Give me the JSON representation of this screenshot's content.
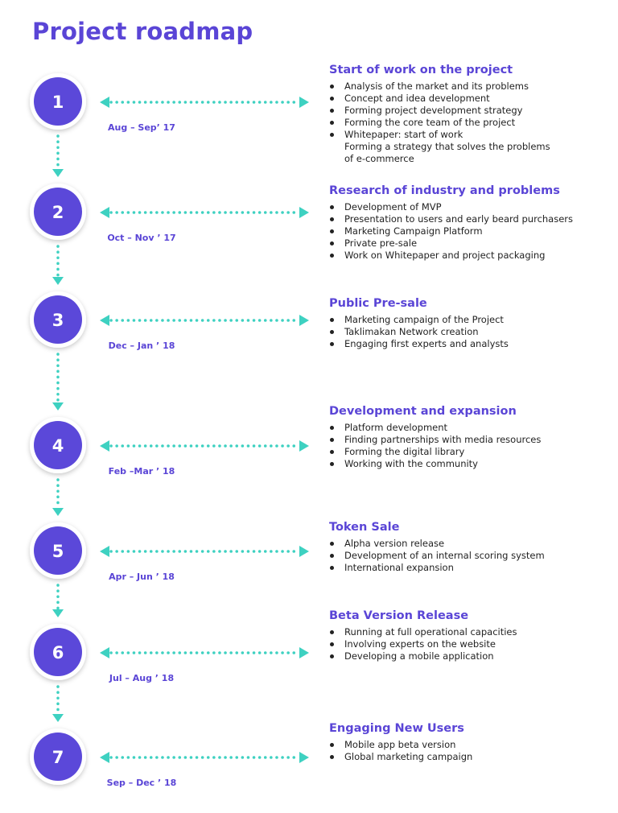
{
  "page": {
    "title": "Project roadmap"
  },
  "colors": {
    "accent": "#5a45d6",
    "circle_fill": "#5b48d9",
    "connector": "#3ed1c1",
    "text": "#222222"
  },
  "milestones": [
    {
      "number": "1",
      "date": "Aug – Sep’ 17",
      "title": "Start of work on the project",
      "items": [
        "Analysis of the market and its problems",
        "Concept and idea development",
        "Forming project development strategy",
        "Forming the core team of the project",
        "Whitepaper: start of work\nForming a strategy that solves the problems\nof e-commerce"
      ]
    },
    {
      "number": "2",
      "date": "Oct – Nov ’ 17",
      "title": "Research of industry and problems",
      "items": [
        "Development of MVP",
        "Presentation to users and early beard purchasers",
        "Marketing Campaign Platform",
        "Private pre-sale",
        "Work on Whitepaper and project packaging"
      ]
    },
    {
      "number": "3",
      "date": "Dec – Jan ’ 18",
      "title": "Public Pre-sale",
      "items": [
        "Marketing campaign of the Project",
        "Taklimakan Network creation",
        "Engaging first experts and analysts"
      ]
    },
    {
      "number": "4",
      "date": "Feb –Mar ’ 18",
      "title": "Development and expansion",
      "items": [
        "Platform development",
        "Finding partnerships with media resources",
        "Forming the digital library",
        "Working with the community"
      ]
    },
    {
      "number": "5",
      "date": "Apr – Jun ’ 18",
      "title": "Token Sale",
      "items": [
        "Alpha version release",
        "Development of an internal scoring system",
        "International expansion"
      ]
    },
    {
      "number": "6",
      "date": "Jul – Aug ’ 18",
      "title": "Beta Version Release",
      "items": [
        "Running at full operational capacities",
        "Involving experts on the website",
        "Developing a mobile application"
      ]
    },
    {
      "number": "7",
      "date": "Sep – Dec ’ 18",
      "title": "Engaging New Users",
      "items": [
        "Mobile app beta version",
        "Global marketing campaign"
      ]
    }
  ]
}
